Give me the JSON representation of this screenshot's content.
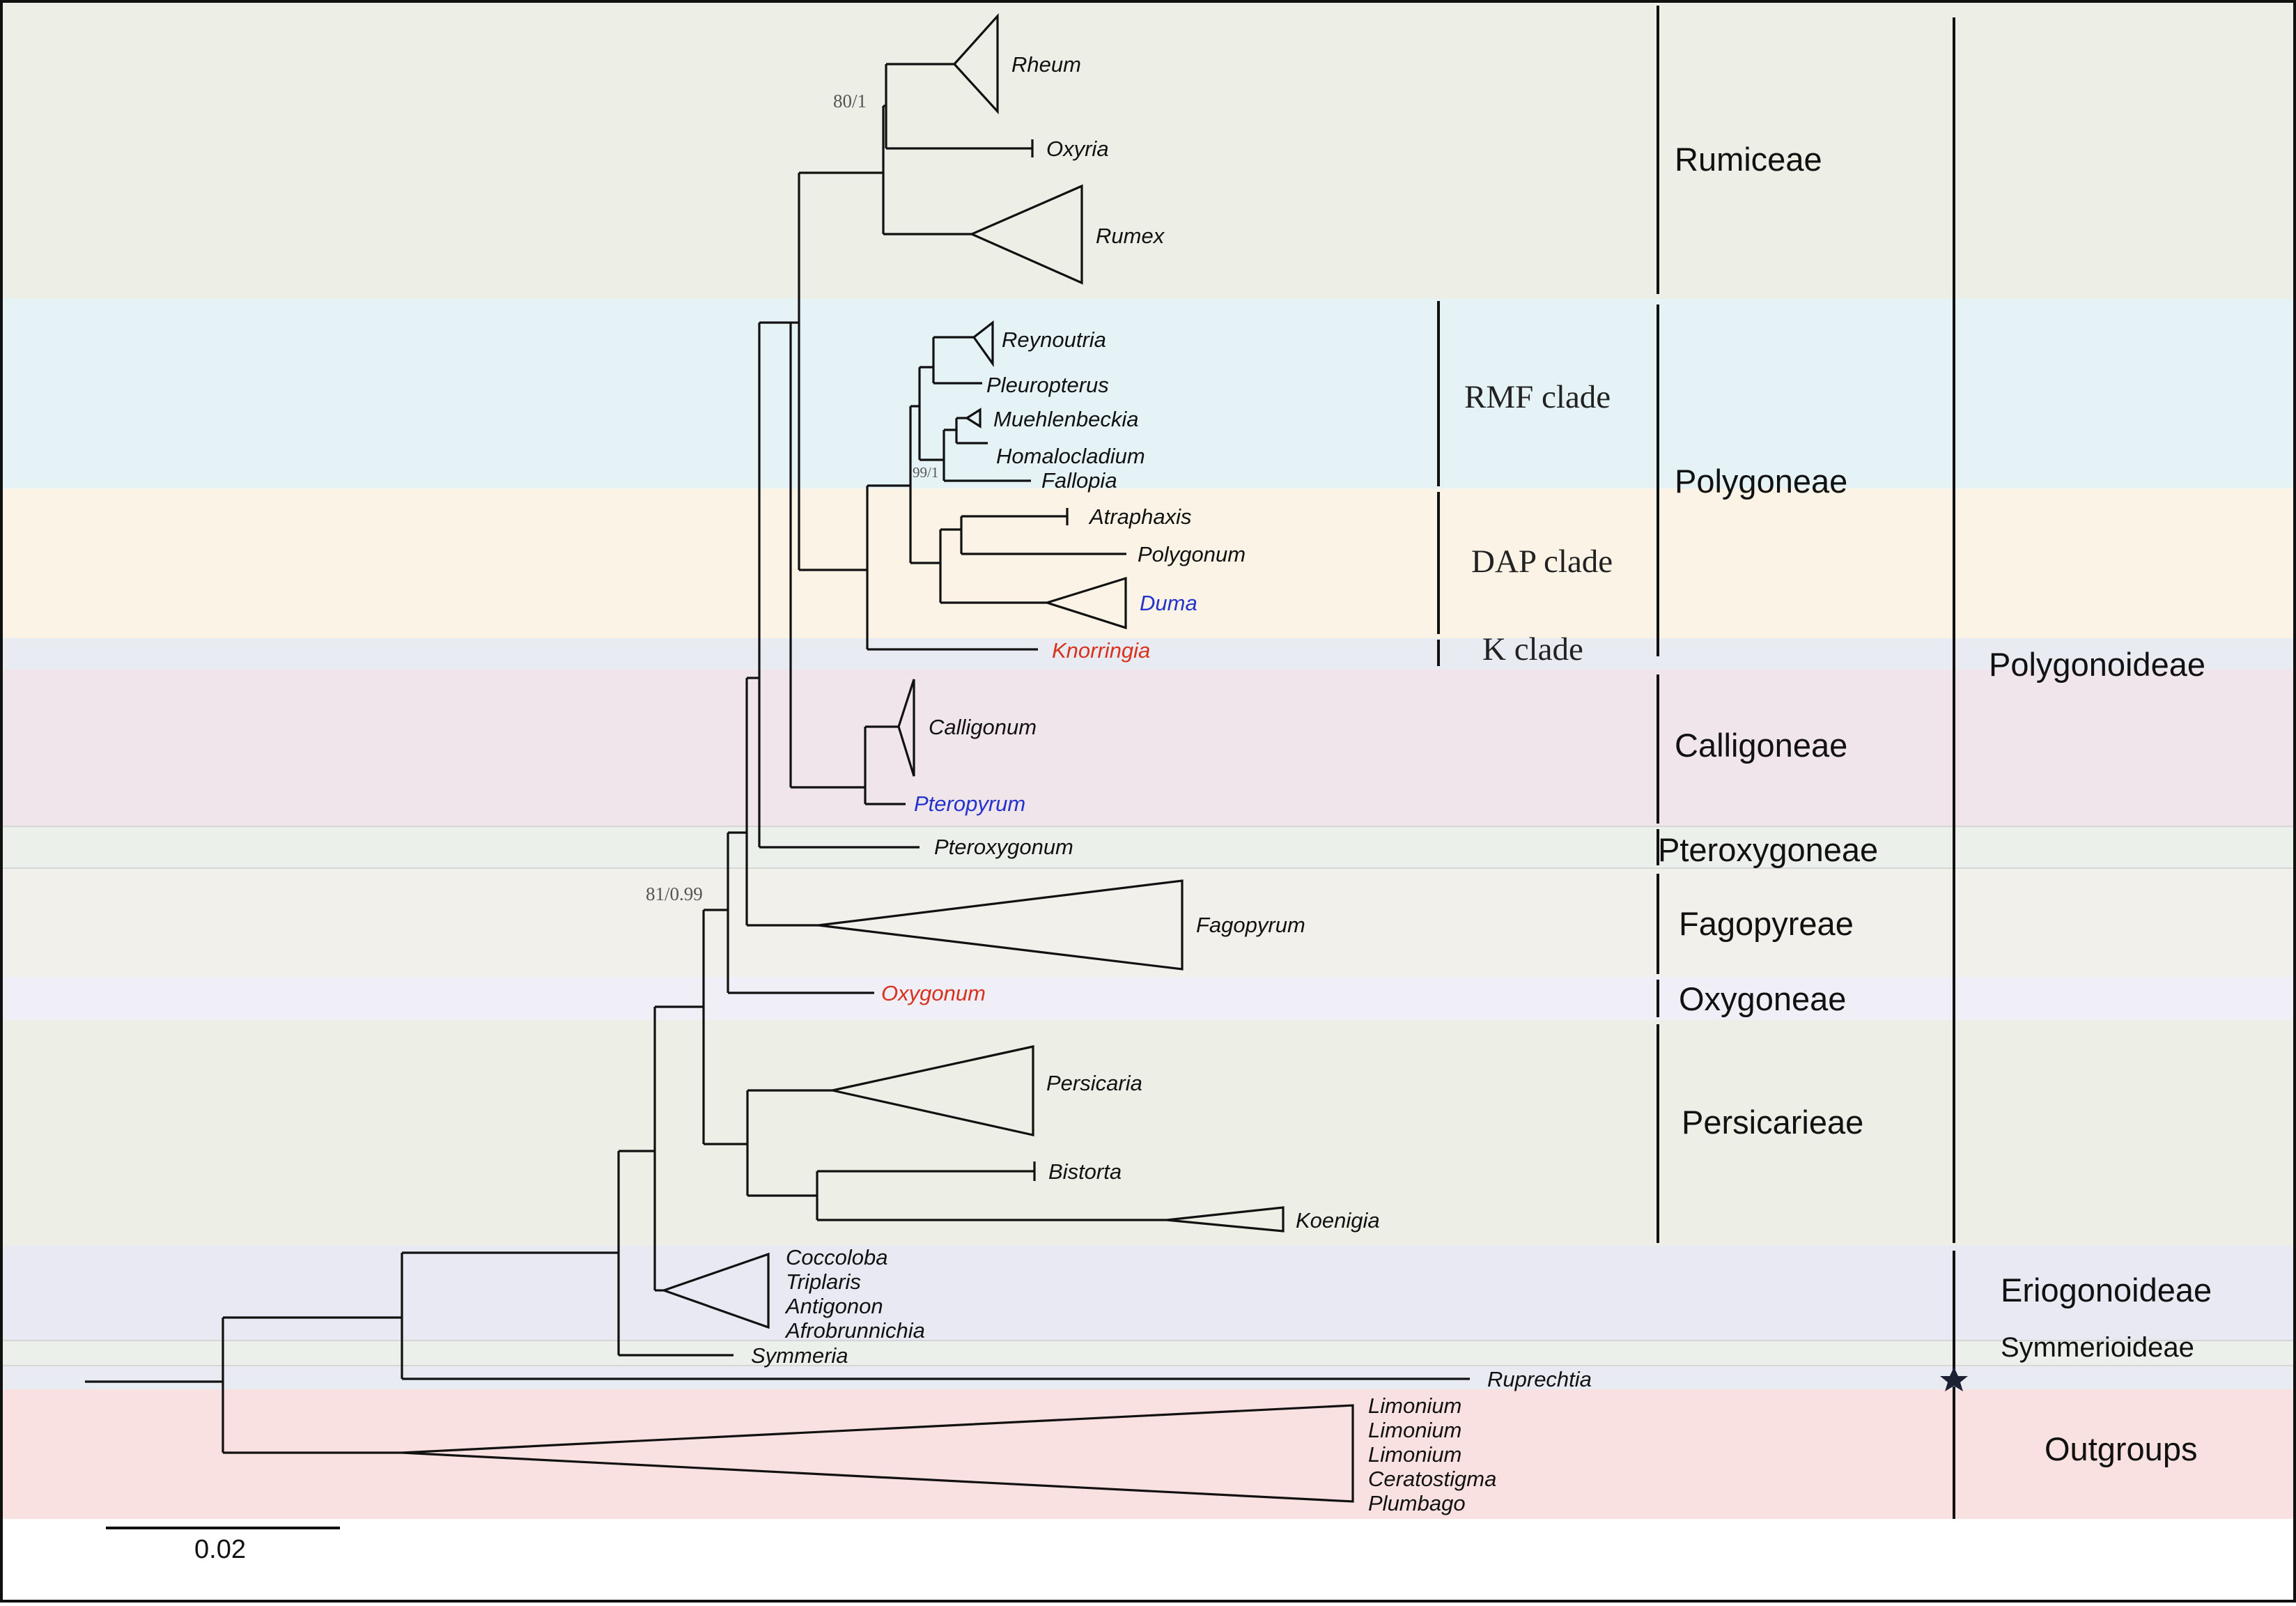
{
  "colors": {
    "rumiceae_band": "#EDEEE6",
    "rmf_band": "#E6F3F6",
    "dap_band": "#FBF3E6",
    "k_band": "#E8ECF2",
    "calligoneae_band": "#F1E5EC",
    "pteroxygoneae_band": "#EBF1EA",
    "fagopyreae_band": "#F2F0EA",
    "oxygoneae_band": "#F0EEF6",
    "persicarieae_band": "#EDEEE6",
    "eriogonoideae_band": "#E8E9F3",
    "symmerioideae_band": "#EBF1EA",
    "ruprechtia_band": "#E8ECF2",
    "outgroups_band": "#FAE1E1",
    "blue_taxon": "#2233CC",
    "red_taxon": "#D8321E"
  },
  "taxa": {
    "rheum": "Rheum",
    "oxyria": "Oxyria",
    "rumex": "Rumex",
    "reynoutria": "Reynoutria",
    "pleuropterus": "Pleuropterus",
    "muehlenbeckia": "Muehlenbeckia",
    "homalocladium": "Homalocladium",
    "fallopia": "Fallopia",
    "atraphaxis": "Atraphaxis",
    "polygonum": "Polygonum",
    "duma": "Duma",
    "knorringia": "Knorringia",
    "calligonum": "Calligonum",
    "pteropyrum": "Pteropyrum",
    "pteroxygonum": "Pteroxygonum",
    "fagopyrum": "Fagopyrum",
    "oxygonum": "Oxygonum",
    "persicaria": "Persicaria",
    "bistorta": "Bistorta",
    "koenigia": "Koenigia",
    "coccoloba": "Coccoloba",
    "triplaris": "Triplaris",
    "antigonon": "Antigonon",
    "afrobrunnichia": "Afrobrunnichia",
    "symmeria": "Symmeria",
    "ruprechtia": "Ruprechtia",
    "limonium_1": "Limonium",
    "limonium_2": "Limonium",
    "limonium_3": "Limonium",
    "ceratostigma": "Ceratostigma",
    "plumbago": "Plumbago"
  },
  "clades": {
    "rmf": "RMF clade",
    "dap": "DAP clade",
    "k": "K clade"
  },
  "tribes": {
    "rumiceae": "Rumiceae",
    "polygoneae": "Polygoneae",
    "calligoneae": "Calligoneae",
    "pteroxygoneae": "Pteroxygoneae",
    "fagopyreae": "Fagopyreae",
    "oxygoneae": "Oxygoneae",
    "persicarieae": "Persicarieae"
  },
  "subfamilies": {
    "polygonoideae": "Polygonoideae",
    "eriogonoideae": "Eriogonoideae",
    "symmerioideae": "Symmerioideae",
    "outgroups": "Outgroups"
  },
  "support": {
    "rheum_oxyria": "80/1",
    "rmf_node": "99/1",
    "fagopyreae_node": "81/0.99"
  },
  "scale_bar": {
    "label": "0.02"
  },
  "marker_icon": "star-icon"
}
